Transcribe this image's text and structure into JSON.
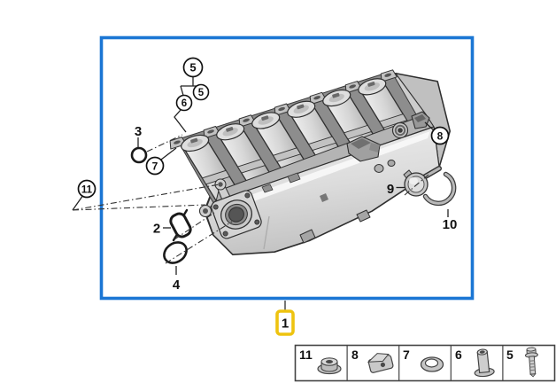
{
  "colors": {
    "frame_blue": "#1b76d4",
    "highlight_yellow": "#eec30f",
    "line_dark": "#222222",
    "metal_light": "#d8d8d8",
    "metal_mid": "#b9b9b9",
    "metal_dark": "#8d8d8d",
    "background": "#ffffff"
  },
  "callouts": {
    "circled": [
      {
        "id": "5a",
        "label": "5"
      },
      {
        "id": "5b",
        "label": "5"
      },
      {
        "id": "6",
        "label": "6"
      },
      {
        "id": "7",
        "label": "7"
      },
      {
        "id": "8",
        "label": "8"
      },
      {
        "id": "11",
        "label": "11"
      }
    ],
    "plain": [
      {
        "id": "3",
        "label": "3"
      },
      {
        "id": "2",
        "label": "2"
      },
      {
        "id": "4",
        "label": "4"
      },
      {
        "id": "9",
        "label": "9"
      },
      {
        "id": "10",
        "label": "10"
      }
    ],
    "highlighted": {
      "id": "1",
      "label": "1"
    }
  },
  "legend": {
    "cells": [
      {
        "number": "11",
        "icon": "flange-nut-icon"
      },
      {
        "number": "8",
        "icon": "speed-clip-icon"
      },
      {
        "number": "7",
        "icon": "washer-icon"
      },
      {
        "number": "6",
        "icon": "sleeve-bushing-icon"
      },
      {
        "number": "5",
        "icon": "hex-bolt-icon"
      }
    ]
  }
}
